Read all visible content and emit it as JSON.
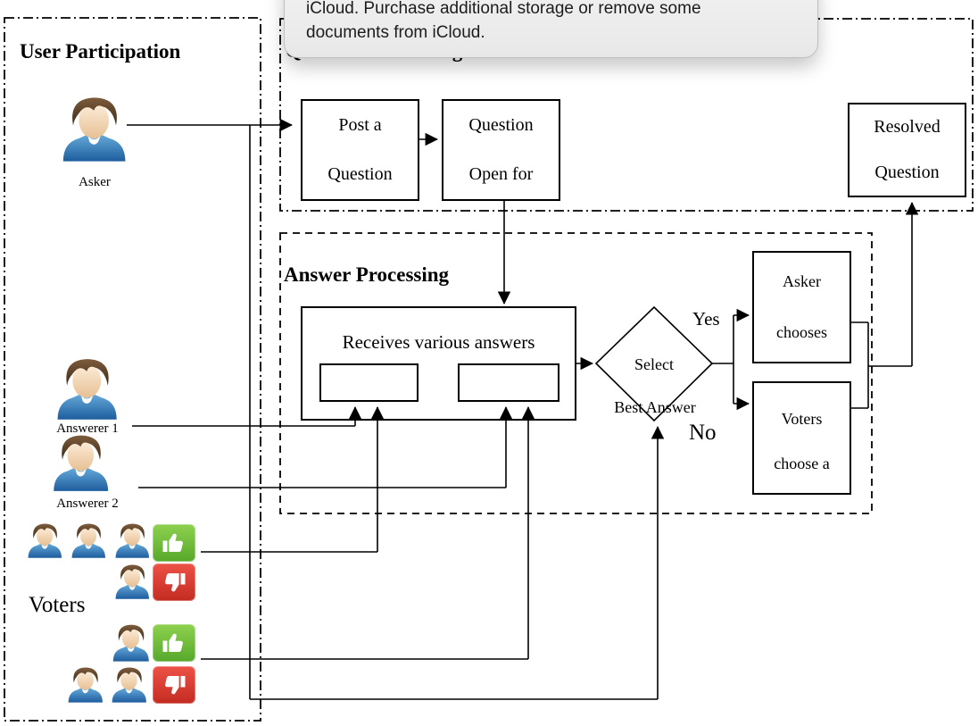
{
  "dialog": {
    "line1": "iCloud. Purchase additional storage or remove some",
    "line2": "documents from iCloud."
  },
  "sections": {
    "user_participation": {
      "title": "User Participation"
    },
    "question_processing": {
      "title": "Question Processing"
    },
    "answer_processing": {
      "title": "Answer Processing"
    }
  },
  "nodes": {
    "post_question": {
      "line1": "Post a",
      "line2": "Question"
    },
    "question_open": {
      "line1": "Question",
      "line2": "Open for"
    },
    "resolved_question": {
      "line1": "Resolved",
      "line2": "Question"
    },
    "receives_answers": {
      "label": "Receives various answers"
    },
    "select_best": {
      "line1": "Select",
      "line2": "Best Answer"
    },
    "asker_chooses": {
      "line1": "Asker",
      "line2": "chooses"
    },
    "voters_choose": {
      "line1": "Voters",
      "line2": "choose a"
    }
  },
  "edge_labels": {
    "yes": "Yes",
    "no": "No"
  },
  "actors": {
    "asker_label": "Asker",
    "answerer1_label": "Answerer 1",
    "answerer2_label": "Answerer 2",
    "voters_label": "Voters"
  },
  "icons": {
    "person_icon": "blue-shirt user clipart",
    "thumb_up_icon": "white thumb up on green",
    "thumb_down_icon": "white thumb down on red",
    "person_shirt_color": "#2f6fb2",
    "thumb_up_color": "#6cc043",
    "thumb_down_color": "#dd3c31"
  }
}
